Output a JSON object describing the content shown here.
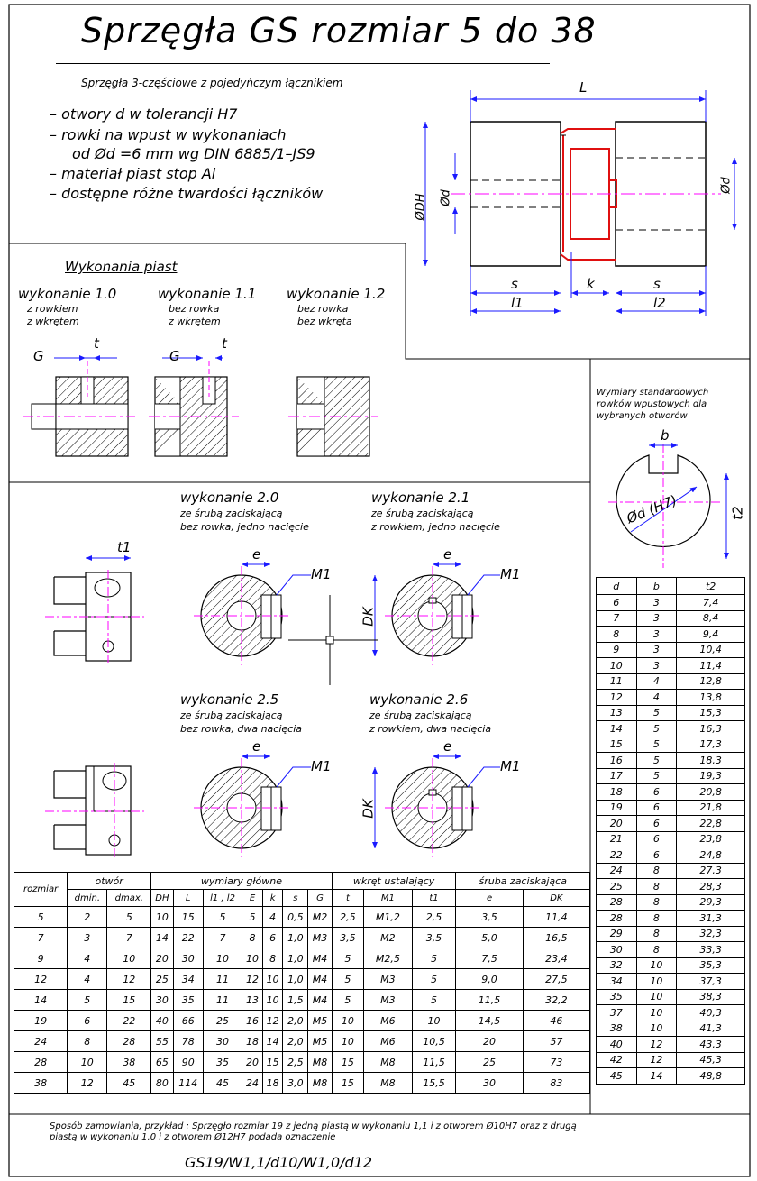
{
  "title": "Sprzęgła GS rozmiar 5 do 38",
  "subtitle": "Sprzęgła 3-częściowe z pojedyńczym łącznikiem",
  "bullets": [
    "– otwory d w tolerancji H7",
    "– rowki na wpust w wykonaniach",
    "od Ød =6 mm wg DIN 6885/1–JS9",
    "– materiał piast stop Al",
    "– dostępne różne twardości łączników"
  ],
  "main_drawing": {
    "L": "L",
    "ODH": "ØDH",
    "Od_left": "Ød",
    "Od_right": "Ød",
    "s1": "s",
    "s2": "s",
    "k": "k",
    "l1": "l1",
    "l2": "l2"
  },
  "hub_section": {
    "heading": "Wykonania piast",
    "variants": [
      {
        "name": "wykonanie 1.0",
        "line1": "z rowkiem",
        "line2": "z wkrętem"
      },
      {
        "name": "wykonanie 1.1",
        "line1": "bez rowka",
        "line2": "z wkrętem"
      },
      {
        "name": "wykonanie 1.2",
        "line1": "bez rowka",
        "line2": "bez wkręta"
      }
    ],
    "labels": {
      "G1": "G",
      "t1": "t",
      "G2": "G",
      "t2": "t"
    }
  },
  "clamp_section": {
    "variants": [
      {
        "name": "wykonanie 2.0",
        "line1": "ze śrubą zaciskającą",
        "line2": "bez rowka, jedno nacięcie"
      },
      {
        "name": "wykonanie 2.1",
        "line1": "ze śrubą zaciskającą",
        "line2": "z rowkiem, jedno nacięcie"
      },
      {
        "name": "wykonanie 2.5",
        "line1": "ze śrubą zaciskającą",
        "line2": "bez rowka, dwa nacięcia"
      },
      {
        "name": "wykonanie 2.6",
        "line1": "ze śrubą zaciskającą",
        "line2": "z rowkiem, dwa nacięcia"
      }
    ],
    "labels": {
      "t1": "t1",
      "e": "e",
      "M1": "M1",
      "DK": "DK"
    }
  },
  "key_box": {
    "caption": [
      "Wymiary standardowych",
      "rowków wpustowych dla",
      "wybranych otworów"
    ],
    "b": "b",
    "t2": "t2",
    "od": "Ød (H7)"
  },
  "key_table": {
    "headers": [
      "d",
      "b",
      "t2"
    ],
    "rows": [
      [
        "6",
        "3",
        "7,4"
      ],
      [
        "7",
        "3",
        "8,4"
      ],
      [
        "8",
        "3",
        "9,4"
      ],
      [
        "9",
        "3",
        "10,4"
      ],
      [
        "10",
        "3",
        "11,4"
      ],
      [
        "11",
        "4",
        "12,8"
      ],
      [
        "12",
        "4",
        "13,8"
      ],
      [
        "13",
        "5",
        "15,3"
      ],
      [
        "14",
        "5",
        "16,3"
      ],
      [
        "15",
        "5",
        "17,3"
      ],
      [
        "16",
        "5",
        "18,3"
      ],
      [
        "17",
        "5",
        "19,3"
      ],
      [
        "18",
        "6",
        "20,8"
      ],
      [
        "19",
        "6",
        "21,8"
      ],
      [
        "20",
        "6",
        "22,8"
      ],
      [
        "21",
        "6",
        "23,8"
      ],
      [
        "22",
        "6",
        "24,8"
      ],
      [
        "24",
        "8",
        "27,3"
      ],
      [
        "25",
        "8",
        "28,3"
      ],
      [
        "28",
        "8",
        "29,3"
      ],
      [
        "28",
        "8",
        "31,3"
      ],
      [
        "29",
        "8",
        "32,3"
      ],
      [
        "30",
        "8",
        "33,3"
      ],
      [
        "32",
        "10",
        "35,3"
      ],
      [
        "34",
        "10",
        "37,3"
      ],
      [
        "35",
        "10",
        "38,3"
      ],
      [
        "37",
        "10",
        "40,3"
      ],
      [
        "38",
        "10",
        "41,3"
      ],
      [
        "40",
        "12",
        "43,3"
      ],
      [
        "42",
        "12",
        "45,3"
      ],
      [
        "45",
        "14",
        "48,8"
      ]
    ]
  },
  "main_table": {
    "group_headers": [
      "rozmiar",
      "otwór",
      "wymiary główne",
      "wkręt ustalający",
      "śruba zaciskająca"
    ],
    "sub_headers": [
      "dmin.",
      "dmax.",
      "DH",
      "L",
      "l1 , l2",
      "E",
      "k",
      "s",
      "G",
      "t",
      "M1",
      "t1",
      "e",
      "DK"
    ],
    "rows": [
      [
        "5",
        "2",
        "5",
        "10",
        "15",
        "5",
        "5",
        "4",
        "0,5",
        "M2",
        "2,5",
        "M1,2",
        "2,5",
        "3,5",
        "11,4"
      ],
      [
        "7",
        "3",
        "7",
        "14",
        "22",
        "7",
        "8",
        "6",
        "1,0",
        "M3",
        "3,5",
        "M2",
        "3,5",
        "5,0",
        "16,5"
      ],
      [
        "9",
        "4",
        "10",
        "20",
        "30",
        "10",
        "10",
        "8",
        "1,0",
        "M4",
        "5",
        "M2,5",
        "5",
        "7,5",
        "23,4"
      ],
      [
        "12",
        "4",
        "12",
        "25",
        "34",
        "11",
        "12",
        "10",
        "1,0",
        "M4",
        "5",
        "M3",
        "5",
        "9,0",
        "27,5"
      ],
      [
        "14",
        "5",
        "15",
        "30",
        "35",
        "11",
        "13",
        "10",
        "1,5",
        "M4",
        "5",
        "M3",
        "5",
        "11,5",
        "32,2"
      ],
      [
        "19",
        "6",
        "22",
        "40",
        "66",
        "25",
        "16",
        "12",
        "2,0",
        "M5",
        "10",
        "M6",
        "10",
        "14,5",
        "46"
      ],
      [
        "24",
        "8",
        "28",
        "55",
        "78",
        "30",
        "18",
        "14",
        "2,0",
        "M5",
        "10",
        "M6",
        "10,5",
        "20",
        "57"
      ],
      [
        "28",
        "10",
        "38",
        "65",
        "90",
        "35",
        "20",
        "15",
        "2,5",
        "M8",
        "15",
        "M8",
        "11,5",
        "25",
        "73"
      ],
      [
        "38",
        "12",
        "45",
        "80",
        "114",
        "45",
        "24",
        "18",
        "3,0",
        "M8",
        "15",
        "M8",
        "15,5",
        "30",
        "83"
      ]
    ]
  },
  "order": {
    "line1": "Sposób zamowiania, przykład : Sprzęgło rozmiar 19 z jedną piastą w wykonaniu 1,1 i z otworem Ø10H7 oraz z drugą",
    "line2": "piastą w wykonaniu 1,0 i z otworem Ø12H7 podada oznaczenie",
    "code": "GS19/W1,1/d10/W1,0/d12"
  }
}
